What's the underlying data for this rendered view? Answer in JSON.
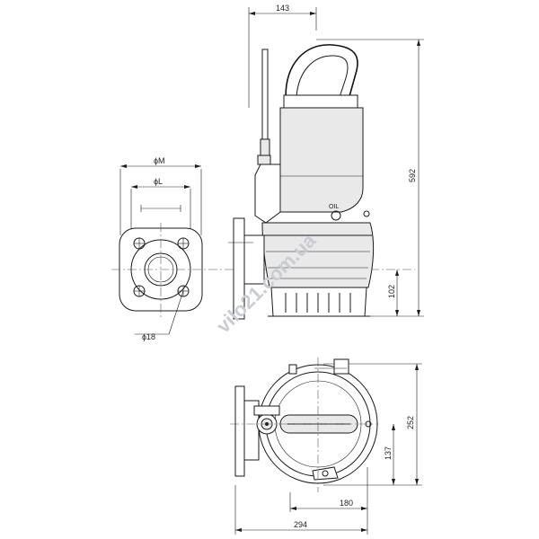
{
  "dimensions": {
    "width_top": "143",
    "height_total": "592",
    "flange_m": "ϕM",
    "flange_l": "ϕL",
    "hole_dia": "ϕ18",
    "outlet_height": "102",
    "plan_height": "252",
    "plan_center": "137",
    "plan_half_width": "180",
    "plan_total_width": "294"
  },
  "labels": {
    "oil_mark": "OIL"
  },
  "watermark": {
    "text": "vilo21.com.ua"
  }
}
